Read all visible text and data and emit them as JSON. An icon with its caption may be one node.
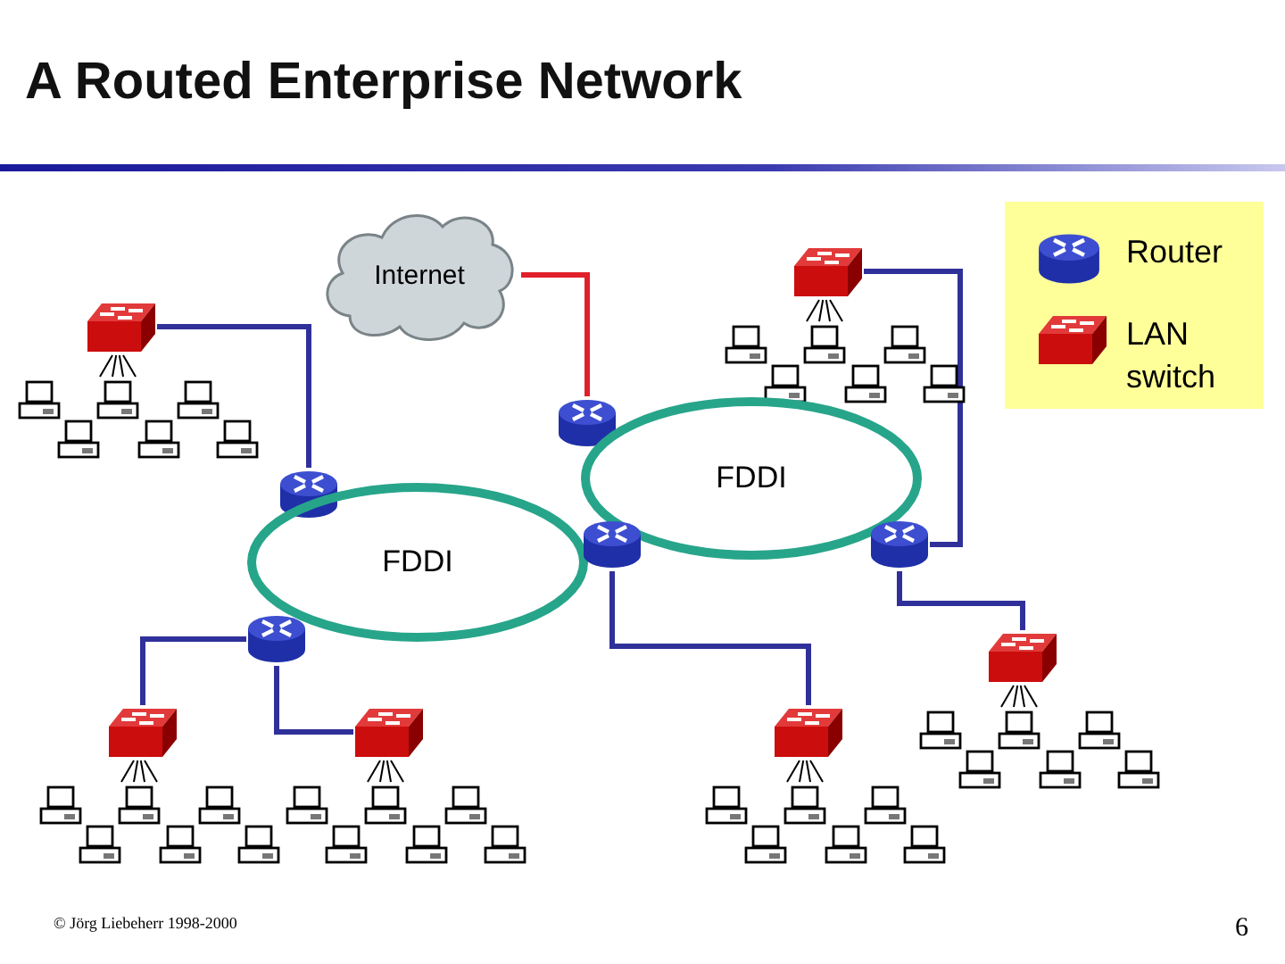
{
  "diagram": {
    "title": "A Routed Enterprise Network",
    "nodes": [
      {
        "text": [
          "Internet"
        ]
      },
      {
        "text": [],
        "shape": "box"
      },
      {
        "text": [],
        "shape": "box"
      },
      {
        "text": [],
        "shape": "cylinder"
      },
      {
        "text": [
          "FDDI"
        ]
      },
      {
        "text": [],
        "shape": "cylinder"
      },
      {
        "text": [
          "FDDI"
        ]
      },
      {
        "text": [],
        "shape": "cylinder"
      },
      {
        "text": [],
        "shape": "cylinder"
      },
      {
        "text": [],
        "shape": "cylinder"
      },
      {
        "text": [],
        "shape": "box"
      },
      {
        "text": [],
        "shape": "box"
      },
      {
        "text": [],
        "shape": "box"
      },
      {
        "text": [],
        "shape": "box"
      }
    ],
    "edges": [
      {
        "from": 0,
        "to": 3,
        "arrow": "none",
        "color": "#e0202a"
      },
      {
        "from": 1,
        "to": 5,
        "arrow": "none"
      },
      {
        "from": 2,
        "to": 8,
        "arrow": "none"
      },
      {
        "from": 7,
        "to": 13,
        "arrow": "none"
      },
      {
        "from": 8,
        "to": 10,
        "arrow": "none"
      },
      {
        "from": 9,
        "to": 11,
        "arrow": "none"
      },
      {
        "from": 9,
        "to": 12,
        "arrow": "none"
      }
    ],
    "labels": [
      "© Jörg Liebeherr 1998-2000",
      "6"
    ],
    "legend": [
      {
        "text": "Router"
      },
      {
        "text": "LAN switch"
      }
    ]
  }
}
